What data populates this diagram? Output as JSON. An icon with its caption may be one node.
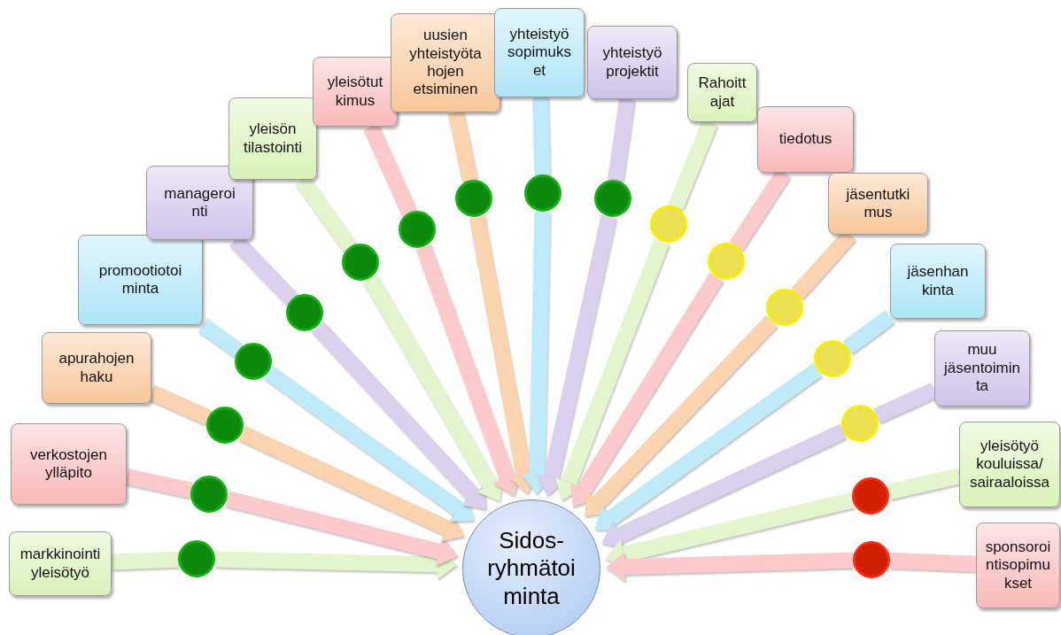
{
  "diagram": {
    "nodes": [
      {
        "text": [
          "Sidos- ryhmätoi minta"
        ]
      },
      {
        "text": [
          "markkinointi yleisötyö"
        ]
      },
      {
        "text": [
          "verkostojen ylläpito"
        ]
      },
      {
        "text": [
          "apurahojen haku"
        ]
      },
      {
        "text": [
          "promootiotoi minta"
        ]
      },
      {
        "text": [
          "manageroi nti"
        ]
      },
      {
        "text": [
          "yleisön tilastointi"
        ]
      },
      {
        "text": [
          "yleisötut kimus"
        ]
      },
      {
        "text": [
          "uusien yhteistyöta hojen etsiminen"
        ]
      },
      {
        "text": [
          "yhteistyö sopimuks et"
        ]
      },
      {
        "text": [
          "yhteistyö projektit"
        ]
      },
      {
        "text": [
          "Rahoitt ajat"
        ]
      },
      {
        "text": [
          "tiedotus"
        ]
      },
      {
        "text": [
          "jäsentutki mus"
        ]
      },
      {
        "text": [
          "jäsenhan kinta"
        ]
      },
      {
        "text": [
          "muu jäsentoimin ta"
        ]
      },
      {
        "text": [
          "yleisötyö kouluissa/ sairaaloissa"
        ]
      },
      {
        "text": [
          "sponsoroi ntisopimu kset"
        ]
      },
      {
        "text": [],
        "shape": "circle"
      },
      {
        "text": [],
        "shape": "circle"
      },
      {
        "text": [],
        "shape": "circle"
      },
      {
        "text": [],
        "shape": "circle"
      },
      {
        "text": [],
        "shape": "circle"
      },
      {
        "text": [],
        "shape": "circle"
      },
      {
        "text": [],
        "shape": "circle"
      },
      {
        "text": [],
        "shape": "circle"
      },
      {
        "text": [],
        "shape": "circle"
      },
      {
        "text": [],
        "shape": "circle"
      },
      {
        "text": [],
        "shape": "circle"
      },
      {
        "text": [],
        "shape": "circle"
      },
      {
        "text": [],
        "shape": "circle"
      },
      {
        "text": [],
        "shape": "circle"
      },
      {
        "text": [],
        "shape": "circle"
      },
      {
        "text": [],
        "shape": "circle"
      },
      {
        "text": [],
        "shape": "circle"
      }
    ],
    "edges": [
      {
        "from": 1,
        "to": 18,
        "arrow": "none",
        "color": "#e2f5cc"
      },
      {
        "from": 18,
        "to": 0,
        "arrow": "to",
        "color": "#e2f5cc"
      },
      {
        "from": 2,
        "to": 19,
        "arrow": "none",
        "color": "#fccaca"
      },
      {
        "from": 19,
        "to": 0,
        "arrow": "to",
        "color": "#fccaca"
      },
      {
        "from": 3,
        "to": 20,
        "arrow": "none",
        "color": "#fbd3ae"
      },
      {
        "from": 20,
        "to": 0,
        "arrow": "to",
        "color": "#fbd3ae"
      },
      {
        "from": 4,
        "to": 21,
        "arrow": "none",
        "color": "#bfeafa"
      },
      {
        "from": 21,
        "to": 0,
        "arrow": "to",
        "color": "#bfeafa"
      },
      {
        "from": 5,
        "to": 22,
        "arrow": "none",
        "color": "#dcd0ef"
      },
      {
        "from": 22,
        "to": 0,
        "arrow": "to",
        "color": "#dcd0ef"
      },
      {
        "from": 6,
        "to": 23,
        "arrow": "none",
        "color": "#e2f5cc"
      },
      {
        "from": 23,
        "to": 0,
        "arrow": "to",
        "color": "#e2f5cc"
      },
      {
        "from": 7,
        "to": 24,
        "arrow": "none",
        "color": "#fccaca"
      },
      {
        "from": 24,
        "to": 0,
        "arrow": "to",
        "color": "#fccaca"
      },
      {
        "from": 8,
        "to": 25,
        "arrow": "none",
        "color": "#fbd3ae"
      },
      {
        "from": 25,
        "to": 0,
        "arrow": "to",
        "color": "#fbd3ae"
      },
      {
        "from": 9,
        "to": 26,
        "arrow": "none",
        "color": "#bfeafa"
      },
      {
        "from": 26,
        "to": 0,
        "arrow": "to",
        "color": "#bfeafa"
      },
      {
        "from": 10,
        "to": 27,
        "arrow": "none",
        "color": "#dcd0ef"
      },
      {
        "from": 27,
        "to": 0,
        "arrow": "to",
        "color": "#dcd0ef"
      },
      {
        "from": 11,
        "to": 28,
        "arrow": "none",
        "color": "#e2f5cc"
      },
      {
        "from": 28,
        "to": 0,
        "arrow": "to",
        "color": "#e2f5cc"
      },
      {
        "from": 12,
        "to": 29,
        "arrow": "none",
        "color": "#fccaca"
      },
      {
        "from": 29,
        "to": 0,
        "arrow": "to",
        "color": "#fccaca"
      },
      {
        "from": 13,
        "to": 30,
        "arrow": "none",
        "color": "#fbd3ae"
      },
      {
        "from": 30,
        "to": 0,
        "arrow": "to",
        "color": "#fbd3ae"
      },
      {
        "from": 14,
        "to": 31,
        "arrow": "none",
        "color": "#bfeafa"
      },
      {
        "from": 31,
        "to": 0,
        "arrow": "to",
        "color": "#bfeafa"
      },
      {
        "from": 15,
        "to": 32,
        "arrow": "none",
        "color": "#dcd0ef"
      },
      {
        "from": 32,
        "to": 0,
        "arrow": "to",
        "color": "#dcd0ef"
      },
      {
        "from": 16,
        "to": 33,
        "arrow": "none",
        "color": "#e2f5cc"
      },
      {
        "from": 33,
        "to": 0,
        "arrow": "to",
        "color": "#e2f5cc"
      },
      {
        "from": 17,
        "to": 34,
        "arrow": "none",
        "color": "#fccaca"
      },
      {
        "from": 34,
        "to": 0,
        "arrow": "to",
        "color": "#fccaca"
      }
    ]
  }
}
